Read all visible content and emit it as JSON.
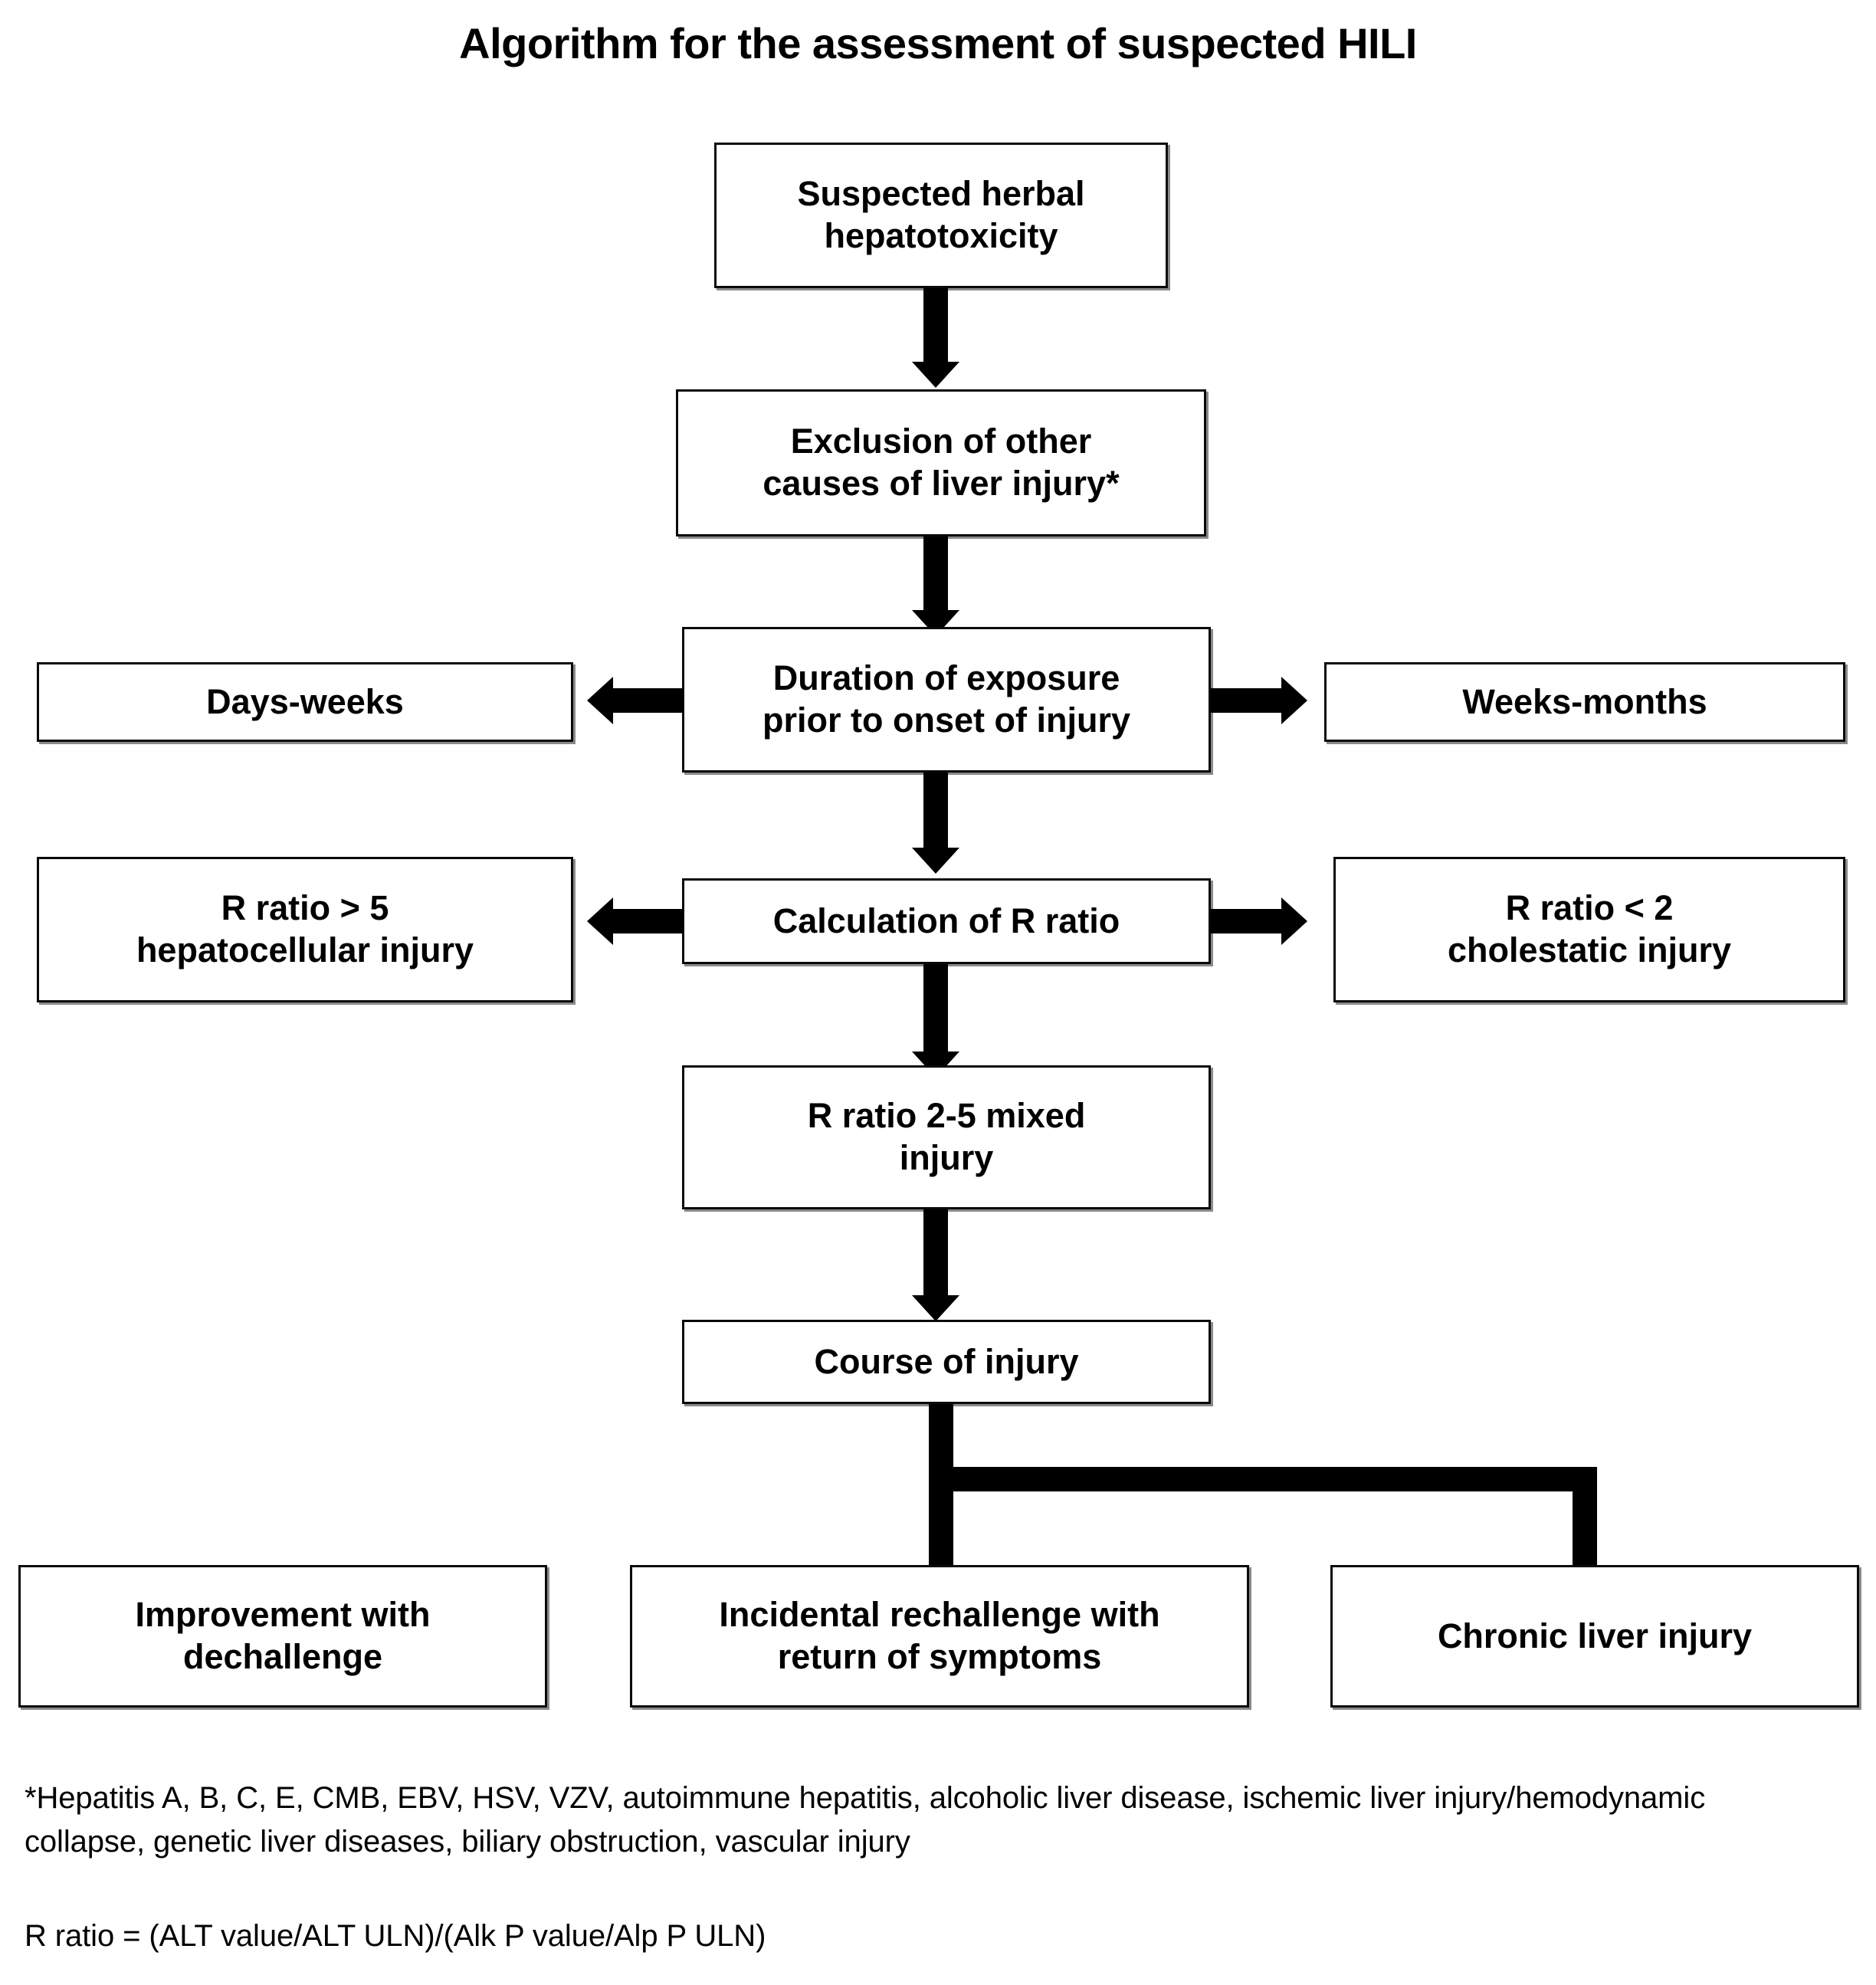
{
  "title": "Algorithm for the assessment of suspected HILI",
  "nodes": {
    "suspected": {
      "line1": "Suspected herbal",
      "line2": "hepatotoxicity"
    },
    "exclusion": {
      "line1": "Exclusion of other",
      "line2": "causes of liver injury*"
    },
    "duration": {
      "line1": "Duration of exposure",
      "line2": "prior to onset of injury"
    },
    "days_weeks": {
      "line1": "Days-weeks"
    },
    "weeks_months": {
      "line1": "Weeks-months"
    },
    "calculation": {
      "line1": "Calculation of R ratio"
    },
    "r_gt5": {
      "line1": "R ratio > 5",
      "line2": "hepatocellular injury"
    },
    "r_lt2": {
      "line1": "R ratio < 2",
      "line2": "cholestatic injury"
    },
    "r_mixed": {
      "line1": "R ratio 2-5 mixed",
      "line2": "injury"
    },
    "course": {
      "line1": "Course of injury"
    },
    "improvement": {
      "line1": "Improvement with",
      "line2": "dechallenge"
    },
    "rechallenge": {
      "line1": "Incidental rechallenge with",
      "line2": "return of symptoms"
    },
    "chronic": {
      "line1": "Chronic liver injury"
    }
  },
  "footnotes": {
    "causes": "*Hepatitis A, B, C, E, CMB, EBV, HSV, VZV, autoimmune hepatitis, alcoholic liver disease, ischemic liver injury/hemodynamic collapse, genetic liver diseases, biliary obstruction, vascular injury",
    "formula": "R ratio = (ALT value/ALT ULN)/(Alk P value/Alp P ULN)"
  },
  "colors": {
    "stroke": "#0a0a0a",
    "shadow": "#8a8a8a",
    "background": "#ffffff",
    "text": "#000000"
  }
}
